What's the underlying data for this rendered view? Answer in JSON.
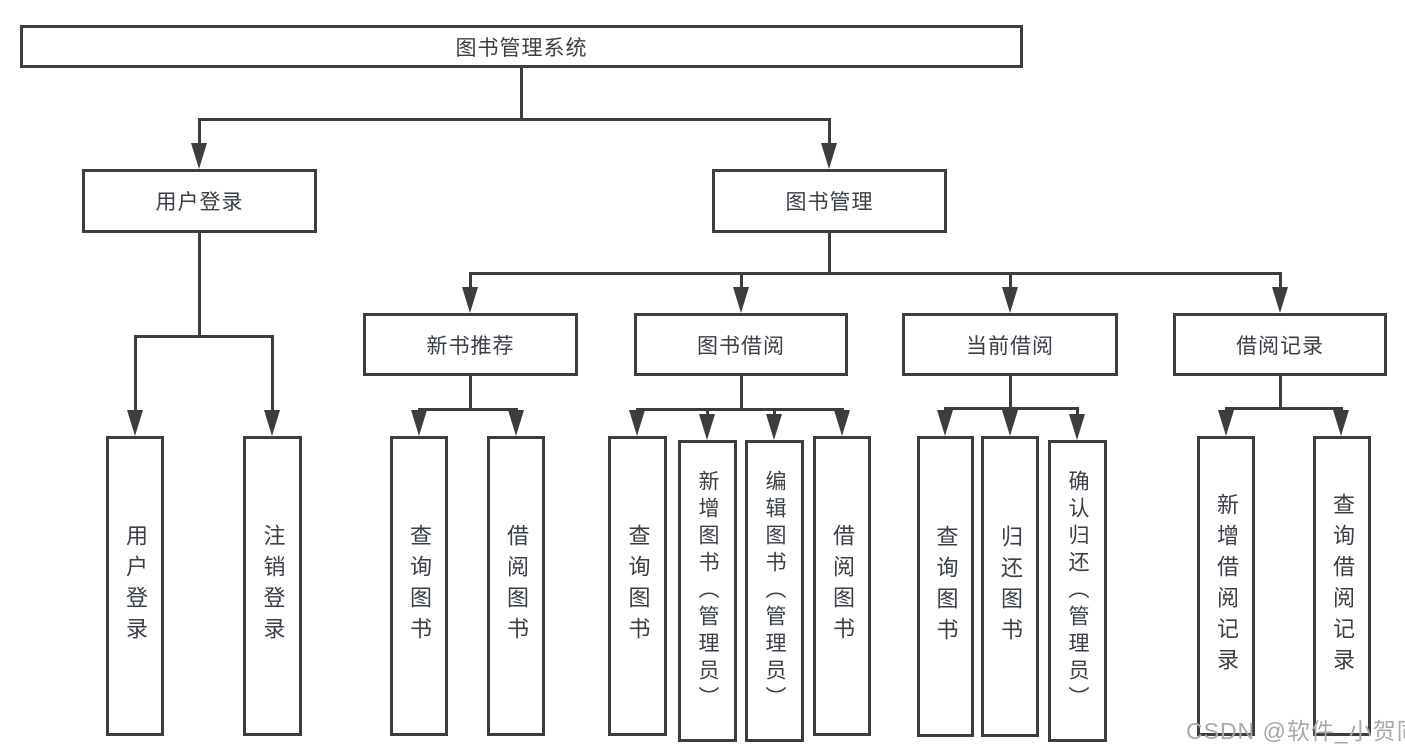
{
  "colors": {
    "line": "#3d3d3d",
    "text": "#3a3f45",
    "watermark": "#a9a9a9",
    "background": "#ffffff"
  },
  "nodes": {
    "root": {
      "label": "图书管理系统"
    },
    "user_login": {
      "label": "用户登录"
    },
    "book_mgmt": {
      "label": "图书管理"
    },
    "new_book_rec": {
      "label": "新书推荐"
    },
    "book_borrow": {
      "label": "图书借阅"
    },
    "current_borrow": {
      "label": "当前借阅"
    },
    "borrow_records": {
      "label": "借阅记录"
    },
    "leaf_user_login": {
      "label": "用户登录"
    },
    "leaf_logout": {
      "label": "注销登录"
    },
    "leaf_query_book_1": {
      "label": "查询图书"
    },
    "leaf_borrow_book_1": {
      "label": "借阅图书"
    },
    "leaf_query_book_2": {
      "label": "查询图书"
    },
    "leaf_add_book": {
      "label": "新增图书（管理员）"
    },
    "leaf_edit_book": {
      "label": "编辑图书（管理员）"
    },
    "leaf_borrow_book_2": {
      "label": "借阅图书"
    },
    "leaf_query_book_3": {
      "label": "查询图书"
    },
    "leaf_return_book": {
      "label": "归还图书"
    },
    "leaf_confirm_return": {
      "label": "确认归还（管理员）"
    },
    "leaf_add_borrow_record": {
      "label": "新增借阅记录"
    },
    "leaf_query_borrow_record": {
      "label": "查询借阅记录"
    }
  },
  "hierarchy": {
    "图书管理系统": {
      "用户登录": [
        "用户登录",
        "注销登录"
      ],
      "图书管理": {
        "新书推荐": [
          "查询图书",
          "借阅图书"
        ],
        "图书借阅": [
          "查询图书",
          "新增图书（管理员）",
          "编辑图书（管理员）",
          "借阅图书"
        ],
        "当前借阅": [
          "查询图书",
          "归还图书",
          "确认归还（管理员）"
        ],
        "借阅记录": [
          "新增借阅记录",
          "查询借阅记录"
        ]
      }
    }
  },
  "watermark": {
    "text": "CSDN @软件_小贺同学"
  }
}
